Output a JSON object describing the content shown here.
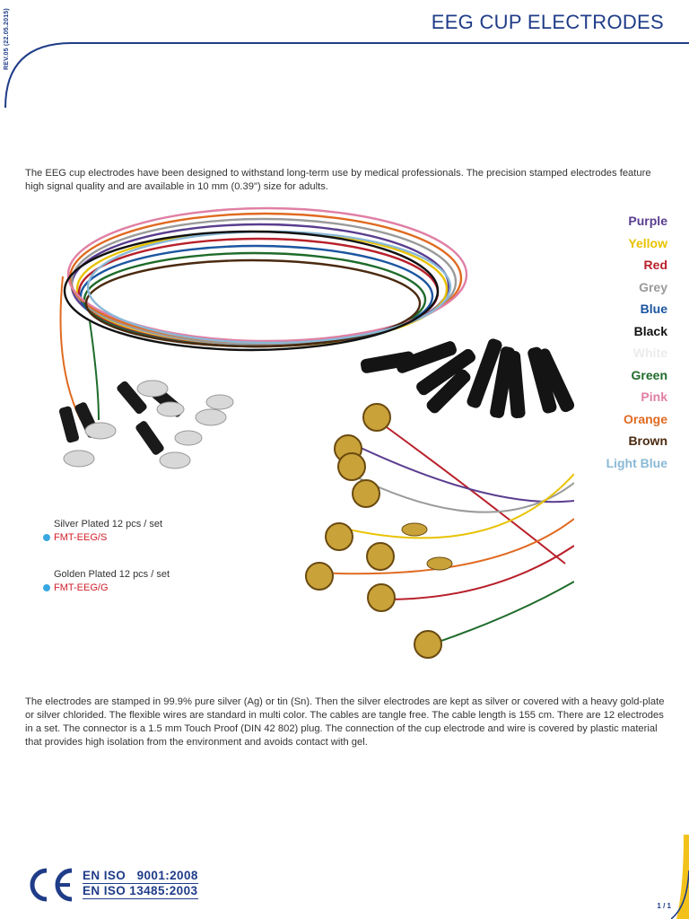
{
  "header": {
    "revision": "REV.05 (22.05.2015)",
    "title": "EEG CUP ELECTRODES"
  },
  "intro_text": "The EEG cup electrodes have been designed to withstand long-term use by medical professionals. The precision stamped electrodes feature high signal quality and  are available in 10 mm (0.39\") size for adults.",
  "wire_colors": [
    {
      "label": "Purple",
      "color": "#5a3d8f"
    },
    {
      "label": "Yellow",
      "color": "#e8c200"
    },
    {
      "label": "Red",
      "color": "#b8202a"
    },
    {
      "label": "Grey",
      "color": "#9a9a9a"
    },
    {
      "label": "Blue",
      "color": "#1c56a0"
    },
    {
      "label": "Black",
      "color": "#111111"
    },
    {
      "label": "White",
      "color": "#ececec"
    },
    {
      "label": "Green",
      "color": "#1e6b2a"
    },
    {
      "label": "Pink",
      "color": "#e07fa4"
    },
    {
      "label": "Orange",
      "color": "#e06a20"
    },
    {
      "label": "Brown",
      "color": "#4a2a10"
    },
    {
      "label": "Light Blue",
      "color": "#8ab8d6"
    }
  ],
  "variants": [
    {
      "label": "Silver Plated 12 pcs / set",
      "code": "FMT-EEG/S"
    },
    {
      "label": "Golden Plated 12 pcs / set",
      "code": "FMT-EEG/G"
    }
  ],
  "body_text": "The electrodes are stamped in 99.9% pure silver (Ag) or tin (Sn). Then the silver electrodes are kept as silver or covered with a heavy gold-plate or silver chlorided. The flexible wires are standard in multi color. The cables are tangle free. The cable length is 155 cm. There are 12 electrodes in a set. The connector is a 1.5 mm Touch Proof (DIN 42 802) plug. The connection of the cup electrode and wire is covered by plastic material that provides high isolation from the environment and avoids contact with gel.",
  "footer": {
    "ce_mark": "CE",
    "iso_lines": [
      "EN ISO   9001:2008",
      "EN ISO 13485:2003"
    ],
    "page_number": "1 / 1"
  },
  "colors": {
    "brand_blue": "#1f3c88",
    "accent_red": "#d0202a",
    "bullet_blue": "#3aa8e0",
    "corner_yellow": "#f3c21a"
  }
}
